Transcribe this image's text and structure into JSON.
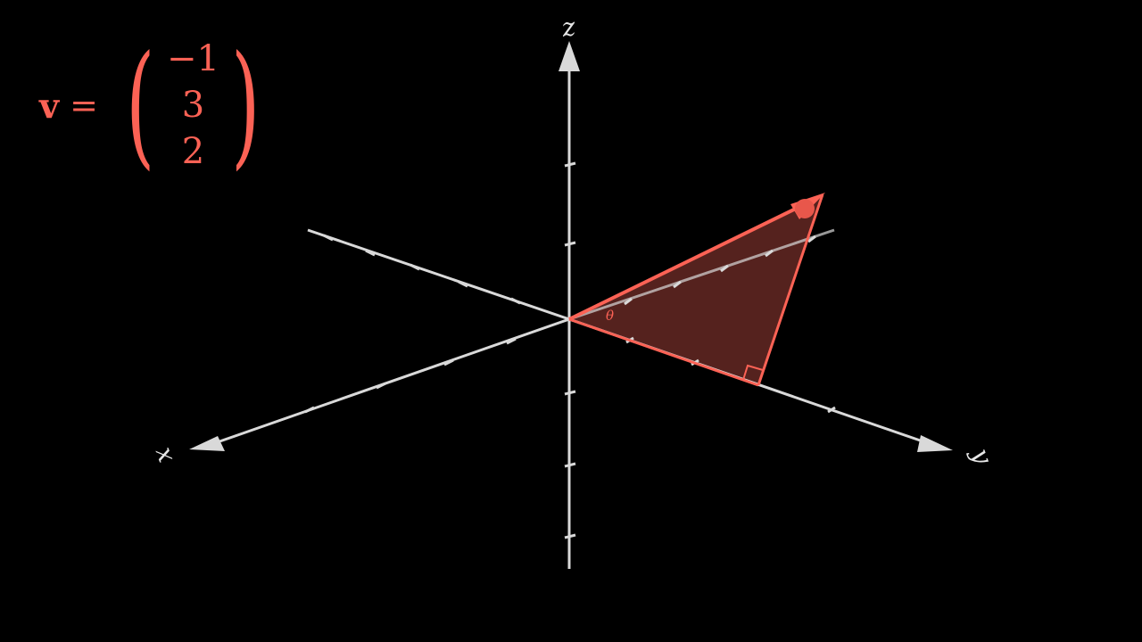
{
  "equation": {
    "symbol": "v",
    "equals": "=",
    "components": [
      "−1",
      "3",
      "2"
    ]
  },
  "axes": {
    "x_label": "x",
    "y_label": "y",
    "z_label": "z"
  },
  "angle_label": "θ",
  "colors": {
    "background": "#000000",
    "axis": "#d9d9d9",
    "vector": "#fc6255",
    "triangle_fill": "#5a2420"
  }
}
